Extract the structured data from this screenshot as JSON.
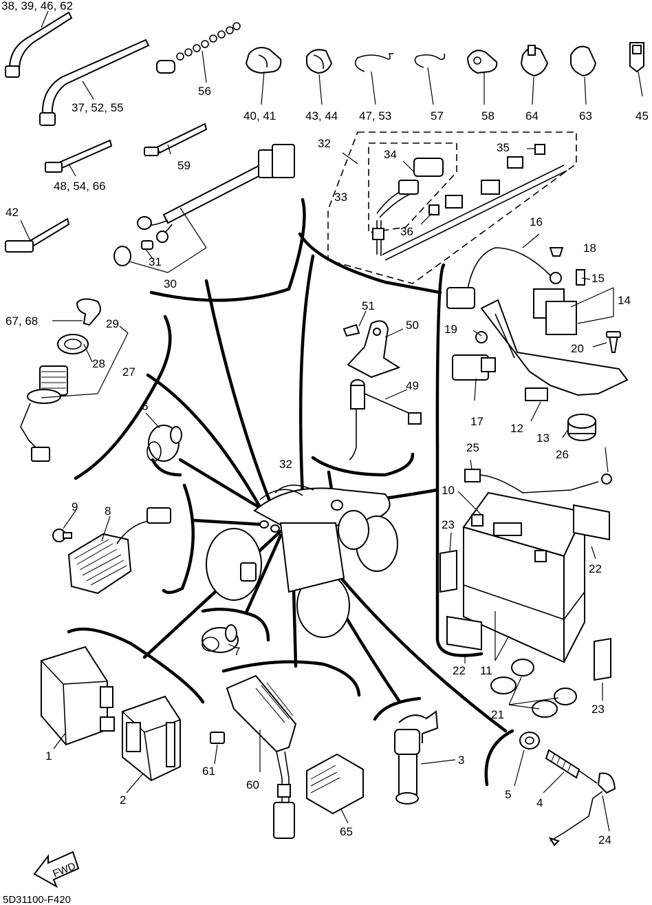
{
  "diagram_code": "5D31100-F420",
  "fwd_label": "FWD",
  "callouts": {
    "c1": "1",
    "c2": "2",
    "c3": "3",
    "c4": "4",
    "c5": "5",
    "c6": "6",
    "c7": "7",
    "c8": "8",
    "c9": "9",
    "c10": "10",
    "c11": "11",
    "c12": "12",
    "c13": "13",
    "c14": "14",
    "c15": "15",
    "c16": "16",
    "c17": "17",
    "c18": "18",
    "c19": "19",
    "c20": "20",
    "c21": "21",
    "c22a": "22",
    "c22b": "22",
    "c23a": "23",
    "c23b": "23",
    "c24": "24",
    "c25": "25",
    "c26": "26",
    "c27": "27",
    "c28": "28",
    "c29": "29",
    "c30": "30",
    "c31": "31",
    "c32a": "32",
    "c32b": "32",
    "c33": "33",
    "c34": "34",
    "c35": "35",
    "c36": "36",
    "c37": "37, 52, 55",
    "c38": "38, 39, 46, 62",
    "c40": "40, 41",
    "c42": "42",
    "c43": "43, 44",
    "c45": "45",
    "c47": "47, 53",
    "c48": "48, 54, 66",
    "c49": "49",
    "c50": "50",
    "c51": "51",
    "c56": "56",
    "c57": "57",
    "c58": "58",
    "c59": "59",
    "c60": "60",
    "c61": "61",
    "c63": "63",
    "c64": "64",
    "c65": "65",
    "c67": "67, 68"
  },
  "icons": {
    "fwd_arrow": "fwd-arrow-icon",
    "atv": "atv-vehicle-icon"
  }
}
